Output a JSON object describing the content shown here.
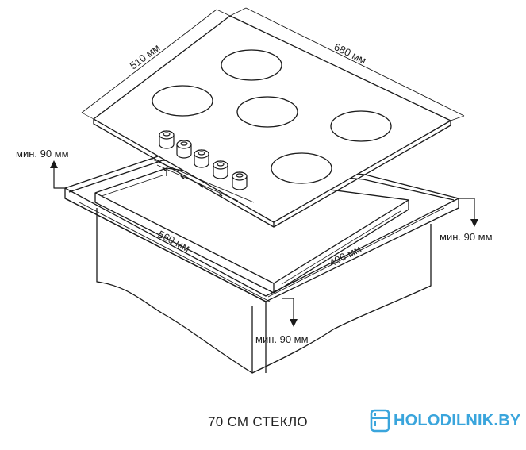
{
  "dimensions": {
    "hob_depth": "510 мм",
    "hob_width": "680 мм",
    "cutout_width": "560 мм",
    "cutout_depth": "490 мм",
    "clearance_left": "мин. 90 мм",
    "clearance_right": "мин. 90 мм",
    "clearance_front": "мин. 90 мм"
  },
  "caption": "70 СМ СТЕКЛО",
  "logo": {
    "text": "HOLODILNIK.BY",
    "color": "#3aa5dc",
    "icon": "refrigerator-icon"
  },
  "colors": {
    "line": "#1a1a1a",
    "hob_fill": "#ffffff"
  }
}
